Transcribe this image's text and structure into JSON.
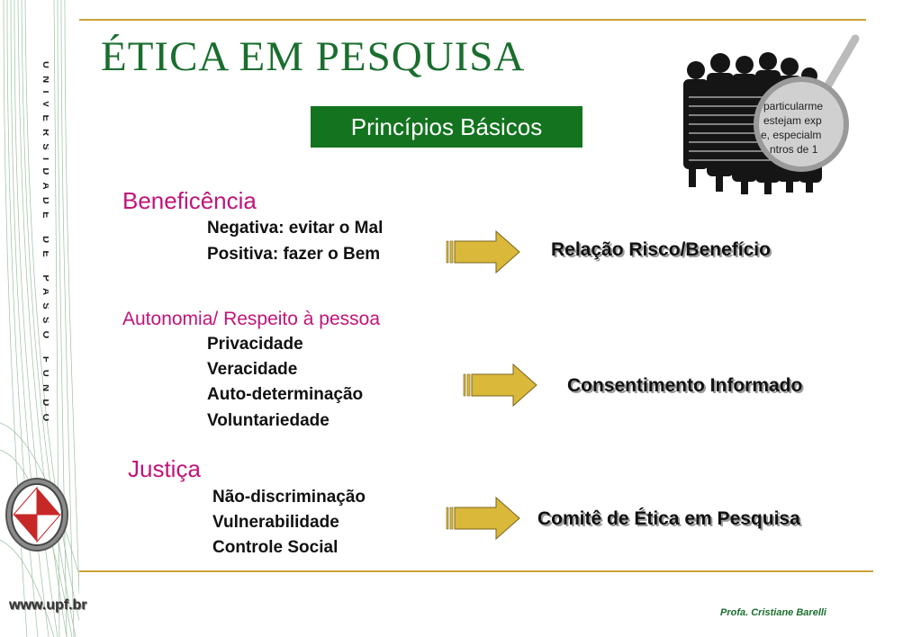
{
  "title": "ÉTICA EM PESQUISA",
  "subtitle": "Princípios Básicos",
  "sidebar": {
    "university_name": "UNIVERSIDADE DE PASSO FUNDO",
    "website": "www.upf.br"
  },
  "sections": [
    {
      "title": "Beneficência",
      "items": [
        "Negativa: evitar o Mal",
        "Positiva: fazer o Bem"
      ],
      "outcome": "Relação Risco/Benefício"
    },
    {
      "title": "Autonomia/ Respeito à pessoa",
      "items": [
        "Privacidade",
        "Veracidade",
        "Auto-determinação",
        "Voluntariedade"
      ],
      "outcome": "Consentimento Informado"
    },
    {
      "title": "Justiça",
      "items": [
        "Não-discriminação",
        "Vulnerabilidade",
        "Controle Social"
      ],
      "outcome": "Comitê de Ética em Pesquisa"
    }
  ],
  "illustration": {
    "lens_words": [
      "particularme",
      "estejam exp",
      "e, especialm",
      "ntros de 1"
    ]
  },
  "footer": {
    "author": "Profa. Cristiane Barelli"
  },
  "colors": {
    "title_green": "#1a6e2e",
    "subtitle_bg": "#13731e",
    "section_magenta": "#c0147a",
    "arrow_fill": "#d9b83a",
    "rule_gold": "#c9a23a"
  }
}
